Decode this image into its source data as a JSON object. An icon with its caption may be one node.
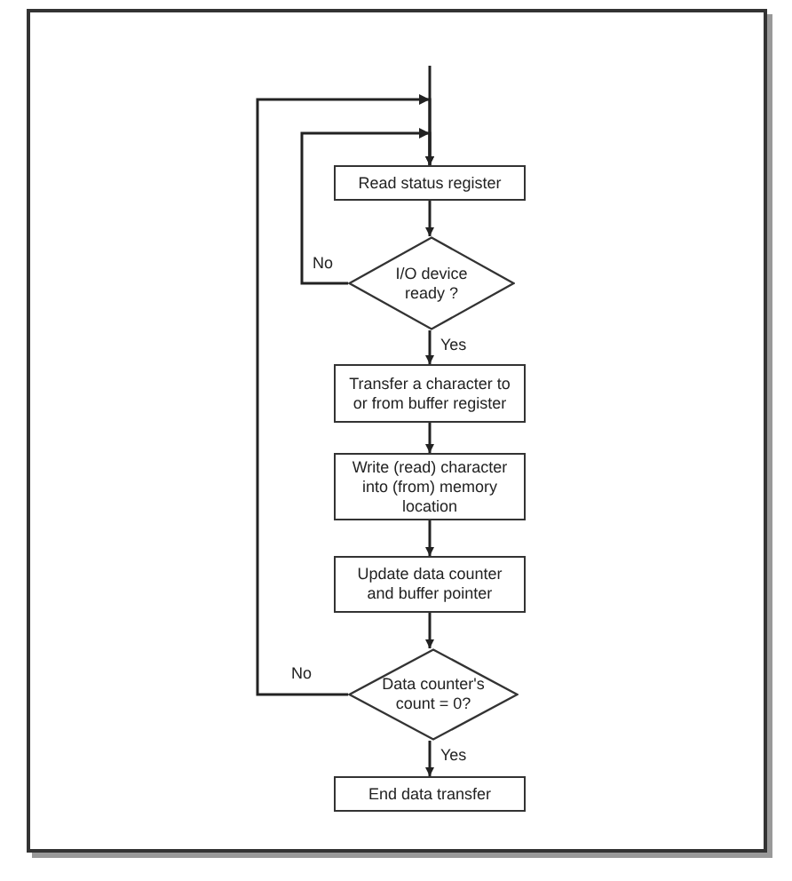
{
  "diagram": {
    "nodes": [
      {
        "text": [
          "Read status register"
        ]
      },
      {
        "text": [
          "I/O device ready ?"
        ]
      },
      {
        "text": [
          "Transfer a character to or from buffer register"
        ]
      },
      {
        "text": [
          "Write (read) character into (from) memory location"
        ]
      },
      {
        "text": [
          "Update data counter and buffer pointer"
        ]
      },
      {
        "text": [
          "Data counter's count = 0?"
        ]
      },
      {
        "text": [
          "End data transfer"
        ]
      }
    ],
    "edges": [
      {
        "from": null,
        "to": 0,
        "arrow": "to"
      },
      {
        "from": 0,
        "to": 1,
        "arrow": "to"
      },
      {
        "from": 1,
        "to": 2,
        "arrow": "to",
        "label": "Yes"
      },
      {
        "from": 2,
        "to": 3,
        "arrow": "to"
      },
      {
        "from": 3,
        "to": 4,
        "arrow": "to"
      },
      {
        "from": 4,
        "to": 5,
        "arrow": "to"
      },
      {
        "from": 5,
        "to": 6,
        "arrow": "to",
        "label": "Yes"
      },
      {
        "from": 1,
        "to": 0,
        "arrow": "to",
        "label": "No"
      },
      {
        "from": 5,
        "to": 0,
        "arrow": "to",
        "label": "No"
      }
    ]
  }
}
